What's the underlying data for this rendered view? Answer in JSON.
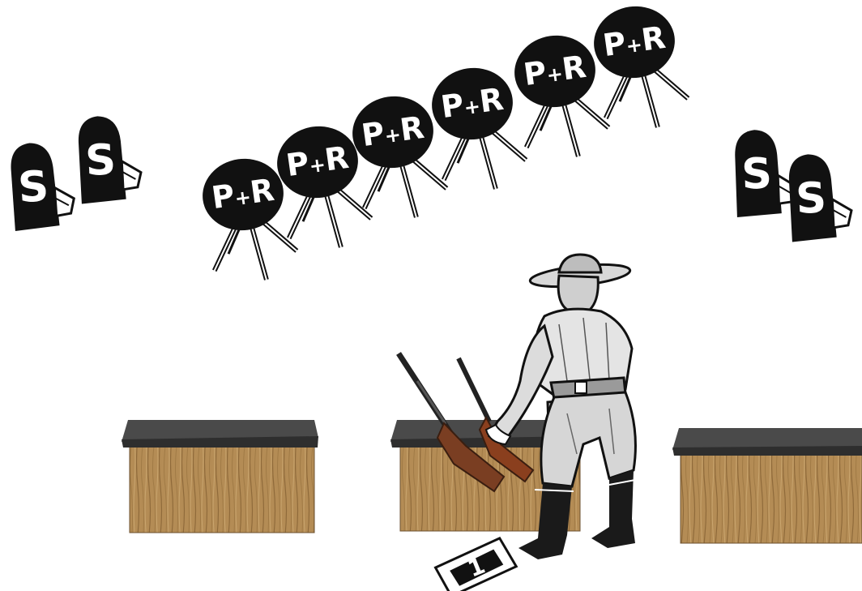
{
  "scene": {
    "background_color": "#ffffff",
    "ink_color": "#111111"
  },
  "steel_targets": {
    "label": "S",
    "count": 4,
    "groups": [
      "left",
      "right"
    ]
  },
  "pr_targets": {
    "label_p": "P",
    "label_plus": "+",
    "label_r": "R",
    "count": 6
  },
  "tables": {
    "count": 3,
    "top_color": "#4a4a4a",
    "wood_color": "#b0884f"
  },
  "shooter": {
    "description_icon": "cowboy-shooter-figure",
    "long_guns": [
      "shotgun",
      "rifle"
    ]
  },
  "start_marker": {
    "label": "1"
  }
}
